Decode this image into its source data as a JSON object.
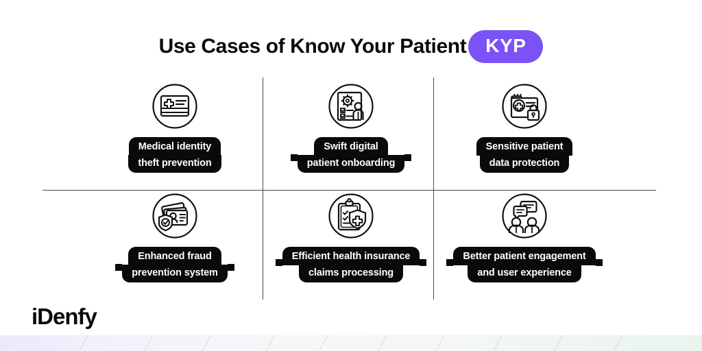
{
  "header": {
    "title": "Use Cases of Know Your Patient",
    "badge_label": "KYP",
    "badge_color": "#7B52F5"
  },
  "brand": {
    "logo_text": "iDenfy",
    "logo_color": "#0A0A0A"
  },
  "theme": {
    "background": "#FFFFFF",
    "divider_color": "#4A4A4F",
    "label_background": "#0A0A0A",
    "label_text_color": "#FFFFFF"
  },
  "cells": [
    {
      "icon": "medical-id-card-icon",
      "line1": "Medical identity",
      "line2": "theft prevention",
      "shape": "equal"
    },
    {
      "icon": "digital-onboarding-form-icon",
      "line1": "Swift digital",
      "line2": "patient onboarding",
      "shape": "narrow-top"
    },
    {
      "icon": "locked-medical-folder-icon",
      "line1": "Sensitive patient",
      "line2": "data protection",
      "shape": "equal"
    },
    {
      "icon": "id-cards-shield-check-icon",
      "line1": "Enhanced fraud",
      "line2": "prevention system",
      "shape": "narrow-top"
    },
    {
      "icon": "clipboard-medical-shield-icon",
      "line1": "Efficient health insurance",
      "line2": "claims processing",
      "shape": "wide-top"
    },
    {
      "icon": "two-people-chat-icon",
      "line1": "Better patient engagement",
      "line2": "and user experience",
      "shape": "wide-top"
    }
  ]
}
